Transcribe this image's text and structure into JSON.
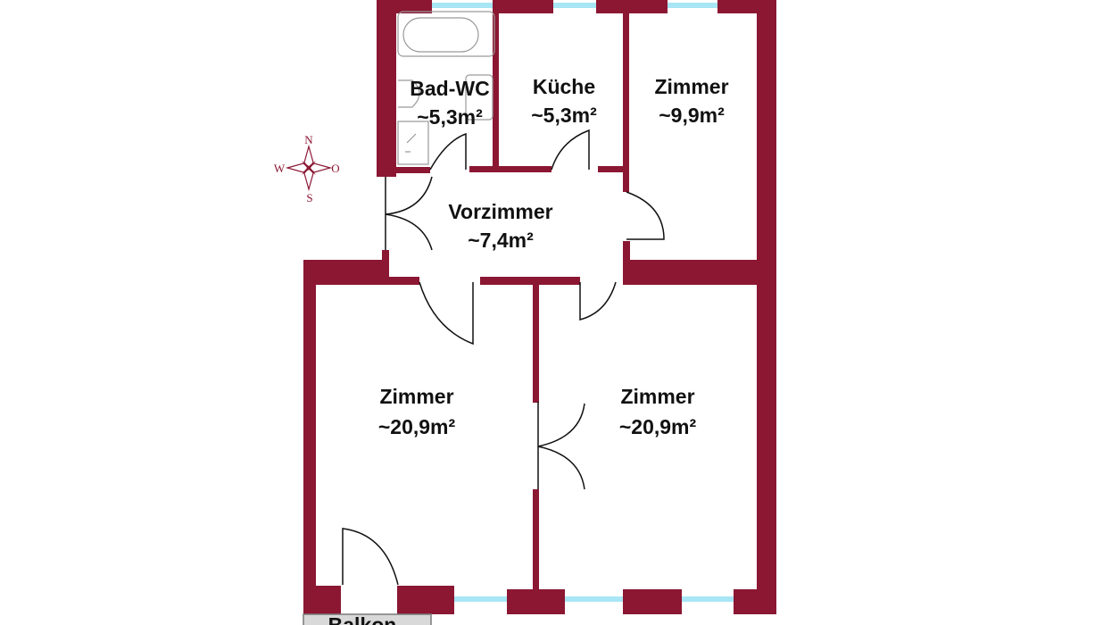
{
  "rooms": [
    {
      "id": "bad",
      "name": "Bad-WC",
      "area": "~5,3m²"
    },
    {
      "id": "kue",
      "name": "Küche",
      "area": "~5,3m²"
    },
    {
      "id": "z1",
      "name": "Zimmer",
      "area": "~9,9m²"
    },
    {
      "id": "vor",
      "name": "Vorzimmer",
      "area": "~7,4m²"
    },
    {
      "id": "z2",
      "name": "Zimmer",
      "area": "~20,9m²"
    },
    {
      "id": "z3",
      "name": "Zimmer",
      "area": "~20,9m²"
    }
  ],
  "balcony": {
    "name": "Balkon"
  },
  "compass": {
    "n": "N",
    "s": "S",
    "w": "W",
    "o": "O"
  },
  "colors": {
    "wall": "#8b1733",
    "window": "#a8e6f5",
    "balcony": "#d9d9d9"
  }
}
